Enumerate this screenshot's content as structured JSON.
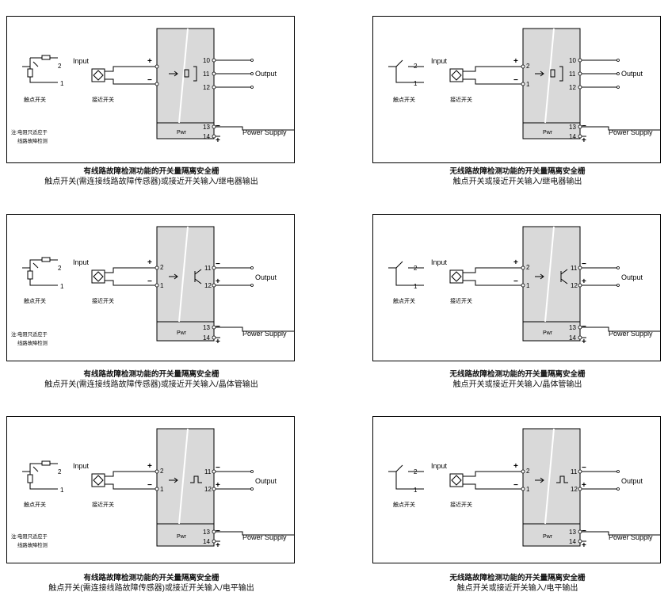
{
  "labels": {
    "input": "Input",
    "output": "Output",
    "power_supply": "Power Supply",
    "pwr": "Pwr",
    "contact_switch": "触点开关",
    "proximity_switch": "接近开关",
    "note_line1": "注:电阻只适应于",
    "note_line2": "线路故障检测",
    "plus": "+",
    "minus": "−"
  },
  "terminals": {
    "t1": "1",
    "t2": "2",
    "t10": "10",
    "t11": "11",
    "t12": "12",
    "t13": "13",
    "t14": "14"
  },
  "panels": [
    {
      "title": "有线路故障检测功能的开关量隔离安全栅",
      "subtitle": "触点开关(需连接线路故障传感器)或接近开关输入/继电器输出"
    },
    {
      "title": "无线路故障检测功能的开关量隔离安全栅",
      "subtitle": "触点开关或接近开关输入/继电器输出"
    },
    {
      "title": "有线路故障检测功能的开关量隔离安全栅",
      "subtitle": "触点开关(需连接线路故障传感器)或接近开关输入/晶体管输出"
    },
    {
      "title": "无线路故障检测功能的开关量隔离安全栅",
      "subtitle": "触点开关或接近开关输入/晶体管输出"
    },
    {
      "title": "有线路故障检测功能的开关量隔离安全栅",
      "subtitle": "触点开关(需连接线路故障传感器)或接近开关输入/电平输出"
    },
    {
      "title": "无线路故障检测功能的开关量隔离安全栅",
      "subtitle": "触点开关或接近开关输入/电平输出"
    }
  ]
}
